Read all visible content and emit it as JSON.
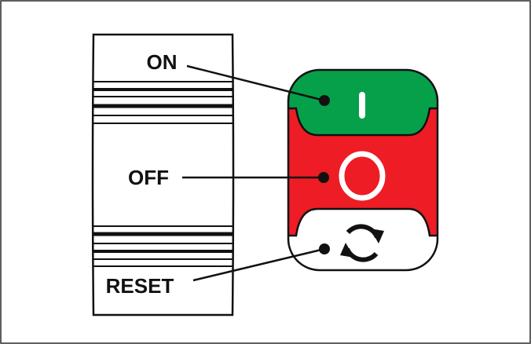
{
  "labels": {
    "on": "ON",
    "off": "OFF",
    "reset": "RESET"
  },
  "colors": {
    "on_button": "#07A04A",
    "off_button": "#EE1C24",
    "reset_button": "#FFFFFF",
    "outline": "#111111",
    "symbol": "#FFFFFF",
    "reset_symbol": "#111111"
  },
  "icons": {
    "on_symbol": "power-on-bar-icon",
    "off_symbol": "power-off-circle-icon",
    "reset_symbol": "reset-rotate-arrows-icon"
  }
}
